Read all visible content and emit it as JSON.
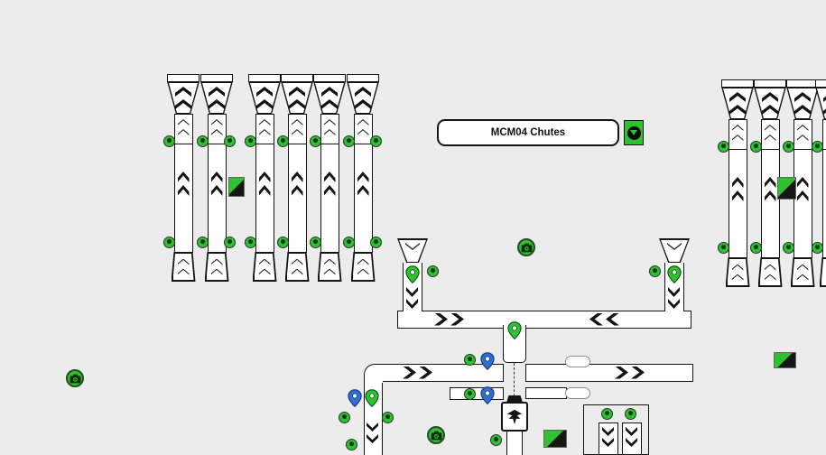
{
  "header": {
    "title": "MCM04 Chutes",
    "action_button_icon": "target-down-arrow-icon"
  },
  "colors": {
    "background": "#ececec",
    "equipment_fill": "#ffffff",
    "equipment_outline": "#141414",
    "status_green": "#2fc12f",
    "marker_blue": "#2e6fd1",
    "endcap_gray": "#8a8a8a"
  },
  "icons": {
    "camera": "camera-icon",
    "green_pin": "location-pin-green-icon",
    "blue_pin": "location-pin-blue-icon",
    "status_led": "status-led-green",
    "diverter": "diverter-split-indicator",
    "emblem": "eagle-emblem"
  },
  "equipment_summary": {
    "left_chute_count": 6,
    "right_chute_count": 4,
    "infeed_funnels": 2,
    "cameras": 3,
    "green_pins": 4,
    "blue_pins": 3,
    "diverter_indicators": 4
  }
}
